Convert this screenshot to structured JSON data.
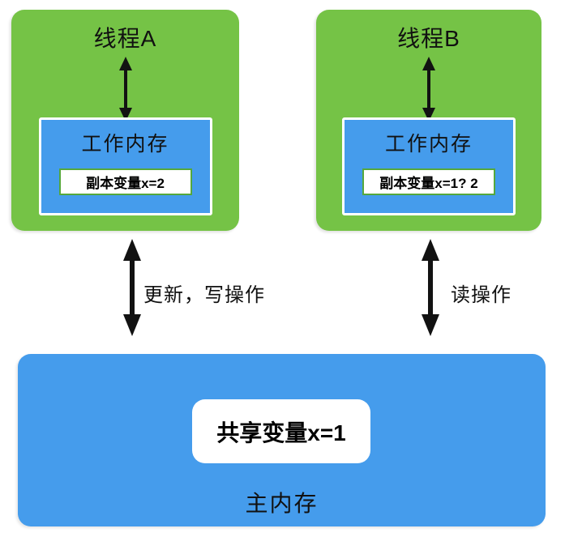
{
  "colors": {
    "green": "#75C346",
    "blue": "#459CEC",
    "inner_border": "#55A83C",
    "arrow": "#121212"
  },
  "thread_a": {
    "title": "线程A",
    "working_memory_label": "工作内存",
    "copy_variable": "副本变量x=2"
  },
  "thread_b": {
    "title": "线程B",
    "working_memory_label": "工作内存",
    "copy_variable": "副本变量x=1? 2"
  },
  "arrows": {
    "write_label": "更新，写操作",
    "read_label": "读操作"
  },
  "main_memory": {
    "shared_variable": "共享变量x=1",
    "label": "主内存"
  }
}
